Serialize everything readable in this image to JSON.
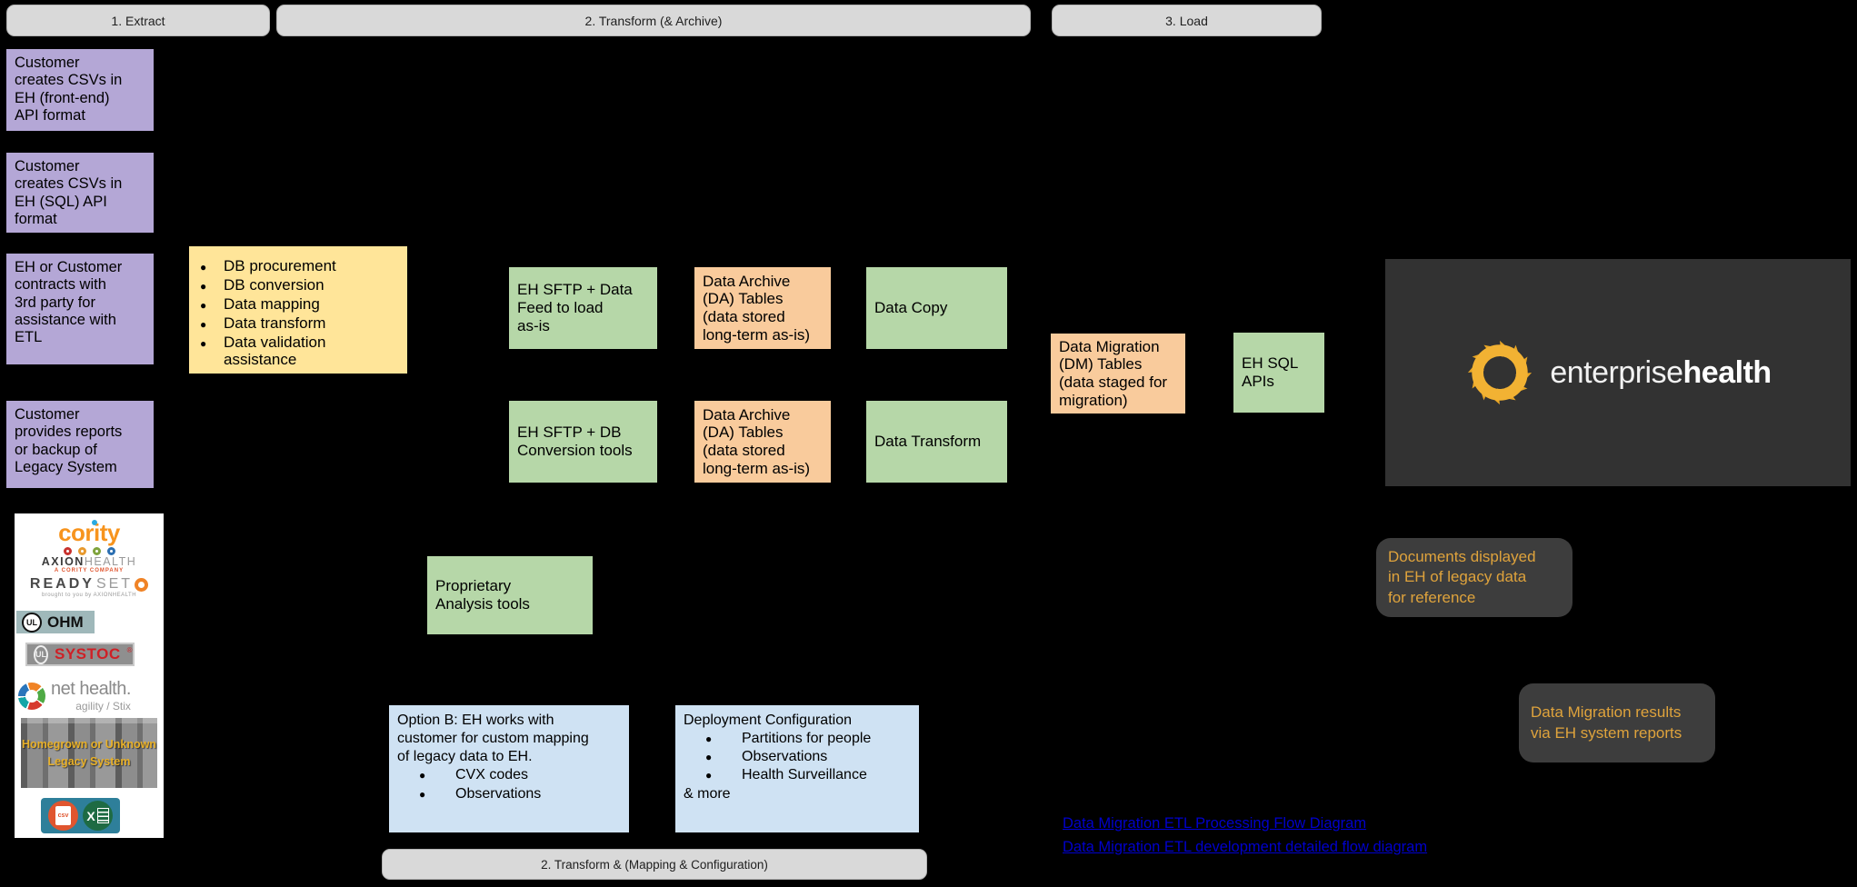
{
  "colors": {
    "background": "#000000",
    "stage_header_bg": "#d9d9d9",
    "purple_box": "#b4a7d6",
    "yellow_box": "#ffe599",
    "green_box": "#b6d7a8",
    "orange_box": "#f9cb9c",
    "blue_box": "#cfe2f3",
    "note_bg": "#3d3d3d",
    "note_text": "#dfa33c",
    "link_blue": "#0000cc",
    "eh_logo_yellow": "#f2b233"
  },
  "headers": {
    "extract": "1. Extract",
    "transform_archive": "2. Transform (& Archive)",
    "load": "3. Load",
    "transform_mapping": "2. Transform & (Mapping & Configuration)"
  },
  "extract": {
    "csv_frontend": "Customer\ncreates CSVs in\nEH (front-end)\nAPI format",
    "csv_sql": "Customer\ncreates CSVs in\nEH (SQL) API\nformat",
    "third_party": "EH or Customer\ncontracts with\n3rd party for\nassistance with\nETL",
    "reports_backup": "Customer\nprovides reports\nor backup of\nLegacy System"
  },
  "third_party_services": {
    "items": [
      "DB procurement",
      "DB conversion",
      "Data mapping",
      "Data transform",
      "Data validation assistance"
    ]
  },
  "flow": {
    "sftp_feed": "EH SFTP + Data\nFeed to load\nas-is",
    "da_tables_1": "Data Archive\n(DA) Tables\n(data stored\nlong-term as-is)",
    "data_copy": "Data Copy",
    "sftp_db": "EH SFTP + DB\nConversion tools",
    "da_tables_2": "Data Archive\n(DA) Tables\n(data stored\nlong-term as-is)",
    "data_transform": "Data Transform",
    "dm_tables": "Data Migration\n(DM) Tables\n(data staged for\nmigration)",
    "eh_sql_apis": "EH SQL\nAPIs",
    "proprietary": "Proprietary\nAnalysis tools"
  },
  "notes": {
    "docs_reference": "Documents displayed\nin EH of legacy data\nfor reference",
    "dm_results": "Data Migration results\nvia EH system reports"
  },
  "option_b": {
    "intro": "Option B: EH works with\ncustomer for custom mapping\nof legacy data to EH.",
    "items": [
      "CVX codes",
      "Observations"
    ]
  },
  "deployment": {
    "title": "Deployment Configuration",
    "items": [
      "Partitions for people",
      "Observations",
      "Health Surveillance"
    ],
    "footer": "& more"
  },
  "links": [
    "Data Migration ETL Processing Flow Diagram",
    "Data Migration ETL development detailed flow diagram"
  ],
  "eh_logo": {
    "light": "enterprise",
    "bold": "health"
  },
  "vendors": {
    "cority": "cority",
    "axion_bold": "AXION",
    "axion_light": "HEALTH",
    "axion_tagline": "A CORITY COMPANY",
    "ready": "READY",
    "set": "SET",
    "readyset_tagline": "brought to you by AXIONHEALTH",
    "ul": "UL",
    "ohm": "OHM",
    "systoc": "SYSTOC",
    "systoc_reg": "®",
    "nethealth": "net health.",
    "nethealth_sub": "agility / Stix",
    "legacy_caption": "Homegrown or Unknown\nLegacy System",
    "csv_label": "csv",
    "excel_label": "X"
  }
}
